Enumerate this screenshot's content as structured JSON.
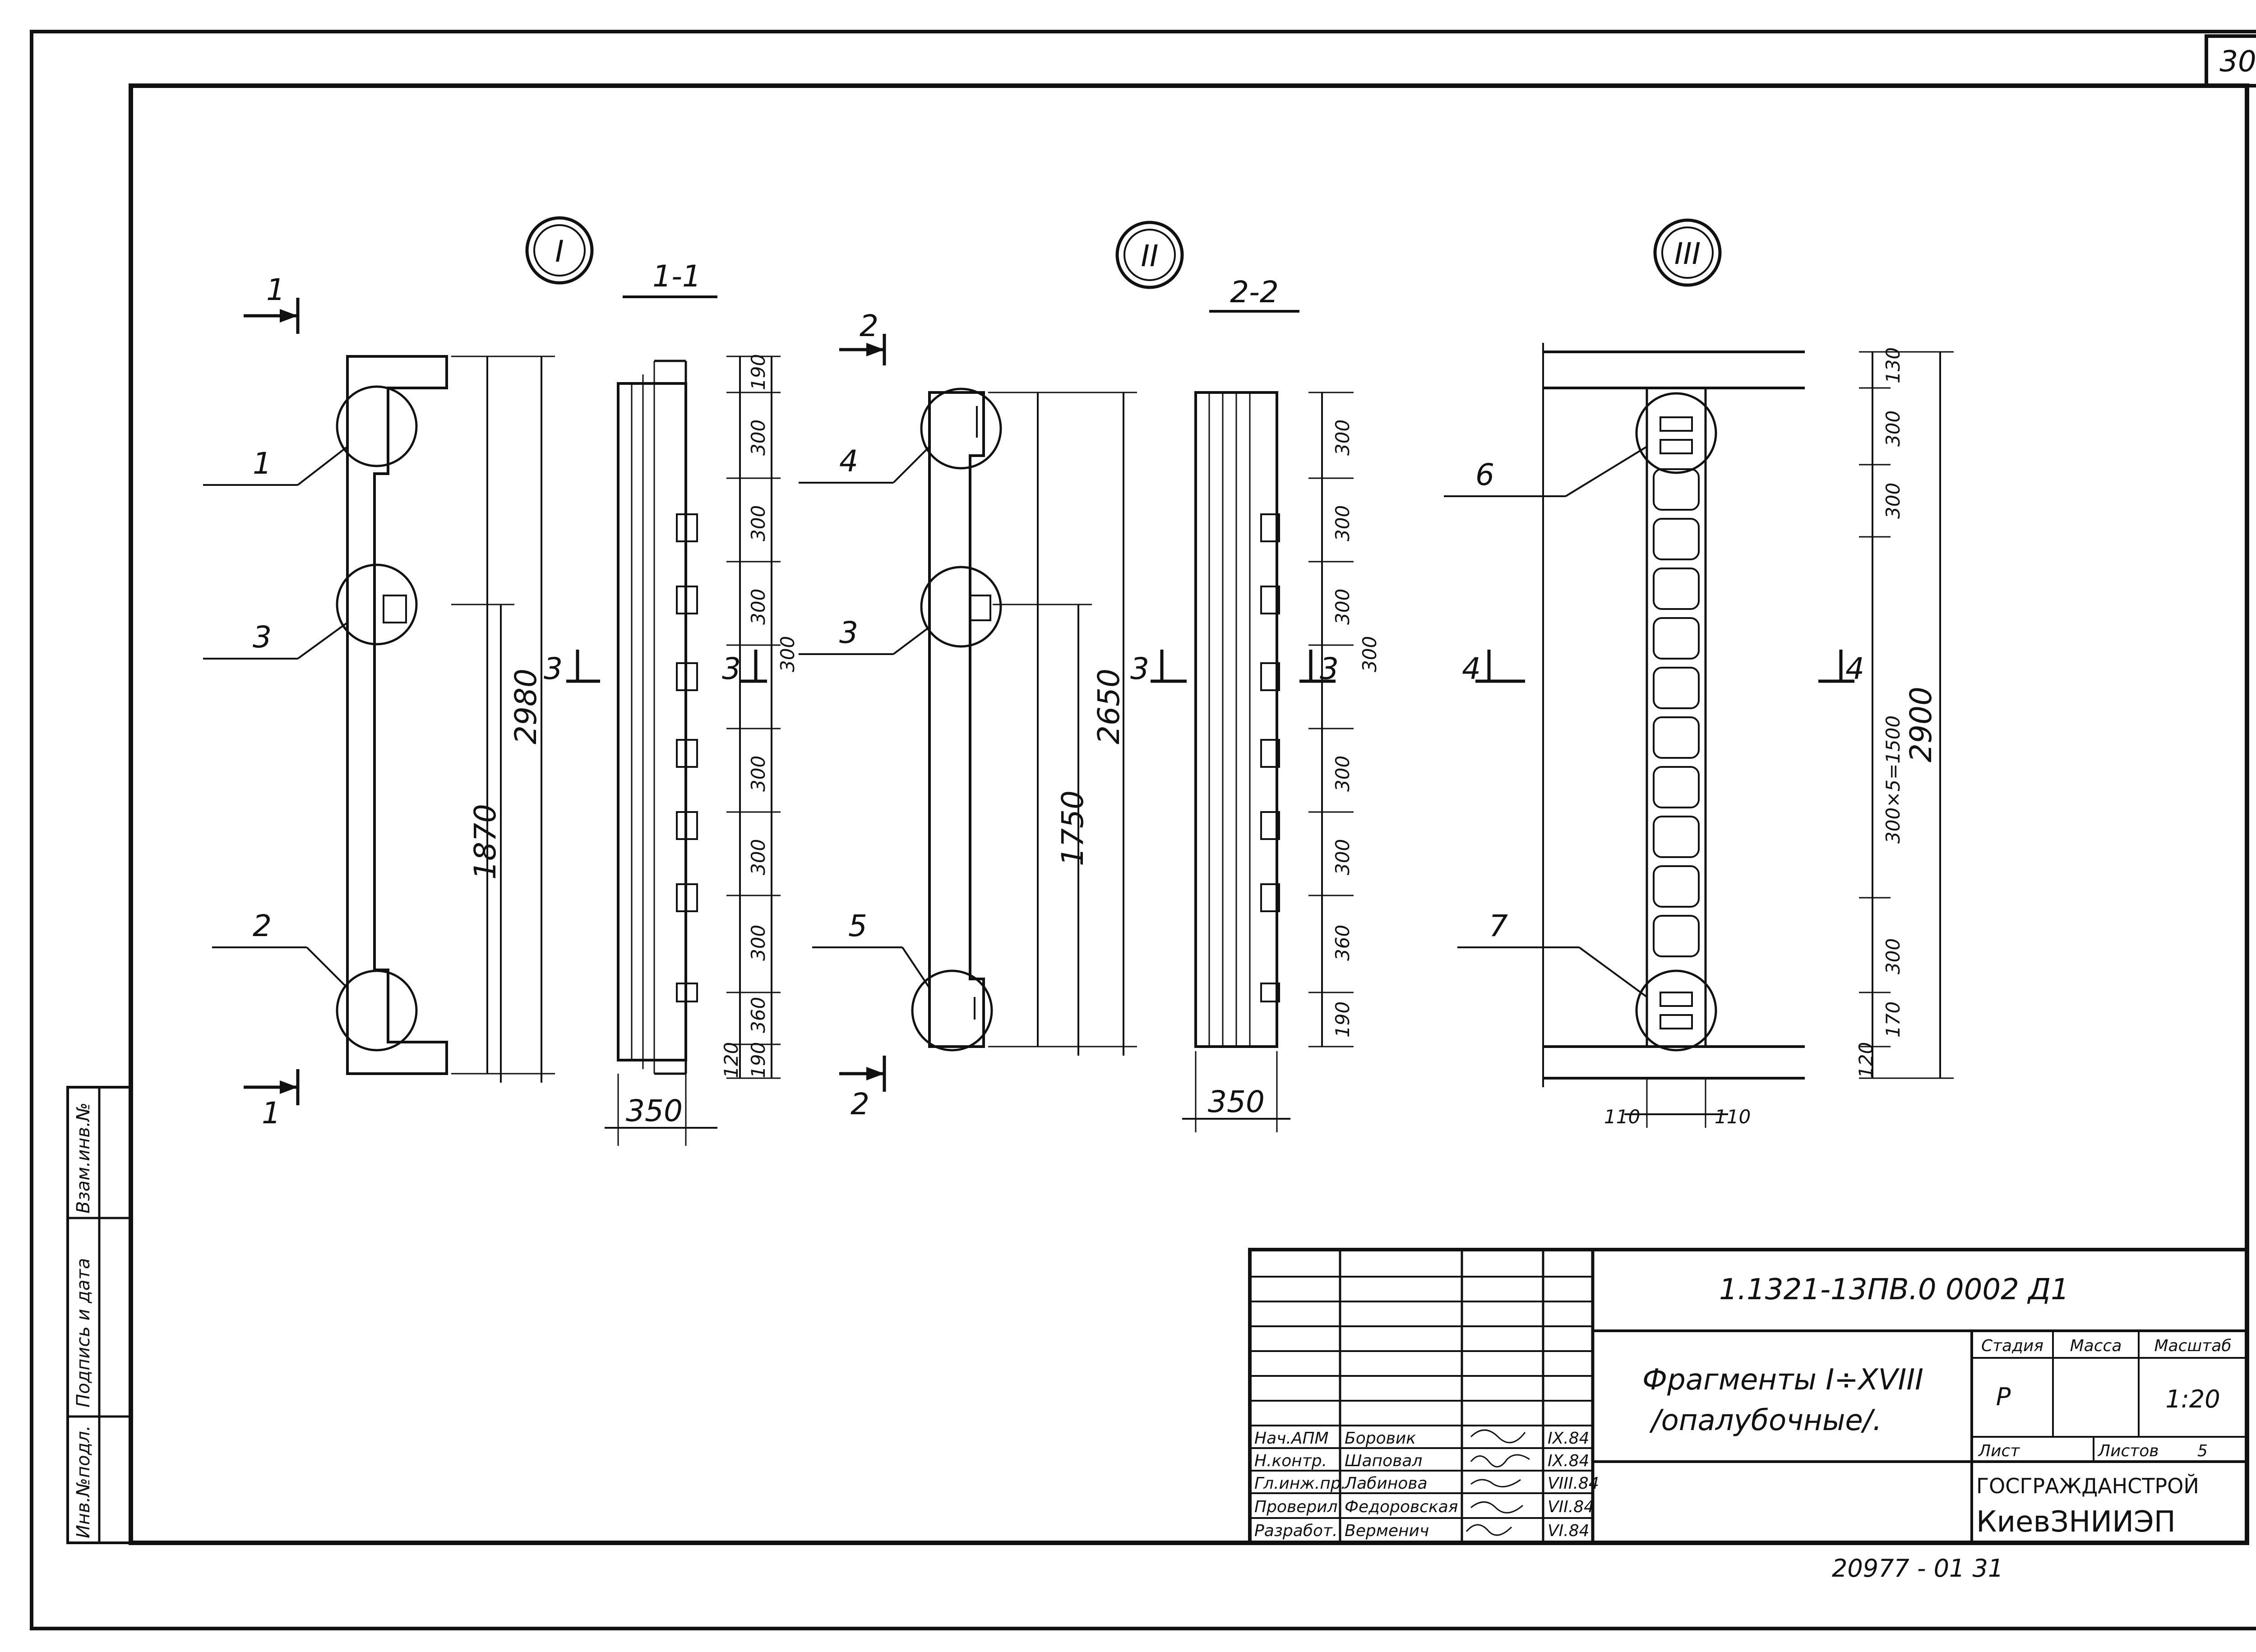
{
  "sheet_number": "30",
  "side_stamp": [
    "Инв.№подл.",
    "Подпись и дата",
    "Взам.инв.№"
  ],
  "fragments": {
    "I": {
      "marker": "I",
      "section": "1-1",
      "cut_label": "1",
      "cut_label_3": "3",
      "callouts": [
        "1",
        "3",
        "2"
      ],
      "dims_outer": [
        "1870",
        "2980"
      ],
      "dims_section": [
        "190",
        "300",
        "300",
        "300",
        "300",
        "300",
        "300",
        "300",
        "360",
        "190",
        "120"
      ],
      "width": "350"
    },
    "II": {
      "marker": "II",
      "section": "2-2",
      "cut_label": "2",
      "cut_label_3": "3",
      "callouts": [
        "4",
        "3",
        "5"
      ],
      "dims_outer": [
        "1750",
        "2650"
      ],
      "dims_section": [
        "300",
        "300",
        "300",
        "300",
        "300",
        "300",
        "360",
        "190"
      ],
      "width": "350"
    },
    "III": {
      "marker": "III",
      "cut_label": "4",
      "callouts": [
        "6",
        "7"
      ],
      "dims_section": [
        "130",
        "300",
        "300",
        "300×5=1500",
        "300",
        "170",
        "120"
      ],
      "dims_overall": "2900",
      "width_left": "110",
      "width_right": "110"
    }
  },
  "title_block": {
    "code": "1.1321-13ПВ.0  0002 Д1",
    "title_line1": "Фрагменты I÷XVIII",
    "title_line2": "/опалубочные/.",
    "headers": {
      "stage": "Стадия",
      "mass": "Масса",
      "scale": "Масштаб"
    },
    "stage": "Р",
    "mass": "",
    "scale": "1:20",
    "sheet_label": "Лист",
    "sheets_label": "Листов",
    "sheets_total": "5",
    "org1": "ГОСГРАЖДАНСТРОЙ",
    "org2": "КиевЗНИИЭП",
    "staff": [
      {
        "role": "Нач.АПМ",
        "name": "Боровик",
        "date": "IX.84"
      },
      {
        "role": "Н.контр.",
        "name": "Шаповал",
        "date": "IX.84"
      },
      {
        "role": "Гл.инж.пр.",
        "name": "Лабинова",
        "date": "VIII.84"
      },
      {
        "role": "Проверил",
        "name": "Федоровская",
        "date": "VII.84"
      },
      {
        "role": "Разработ.",
        "name": "Верменич",
        "date": "VI.84"
      }
    ]
  },
  "footer_stamp": "20977 - 01    31"
}
